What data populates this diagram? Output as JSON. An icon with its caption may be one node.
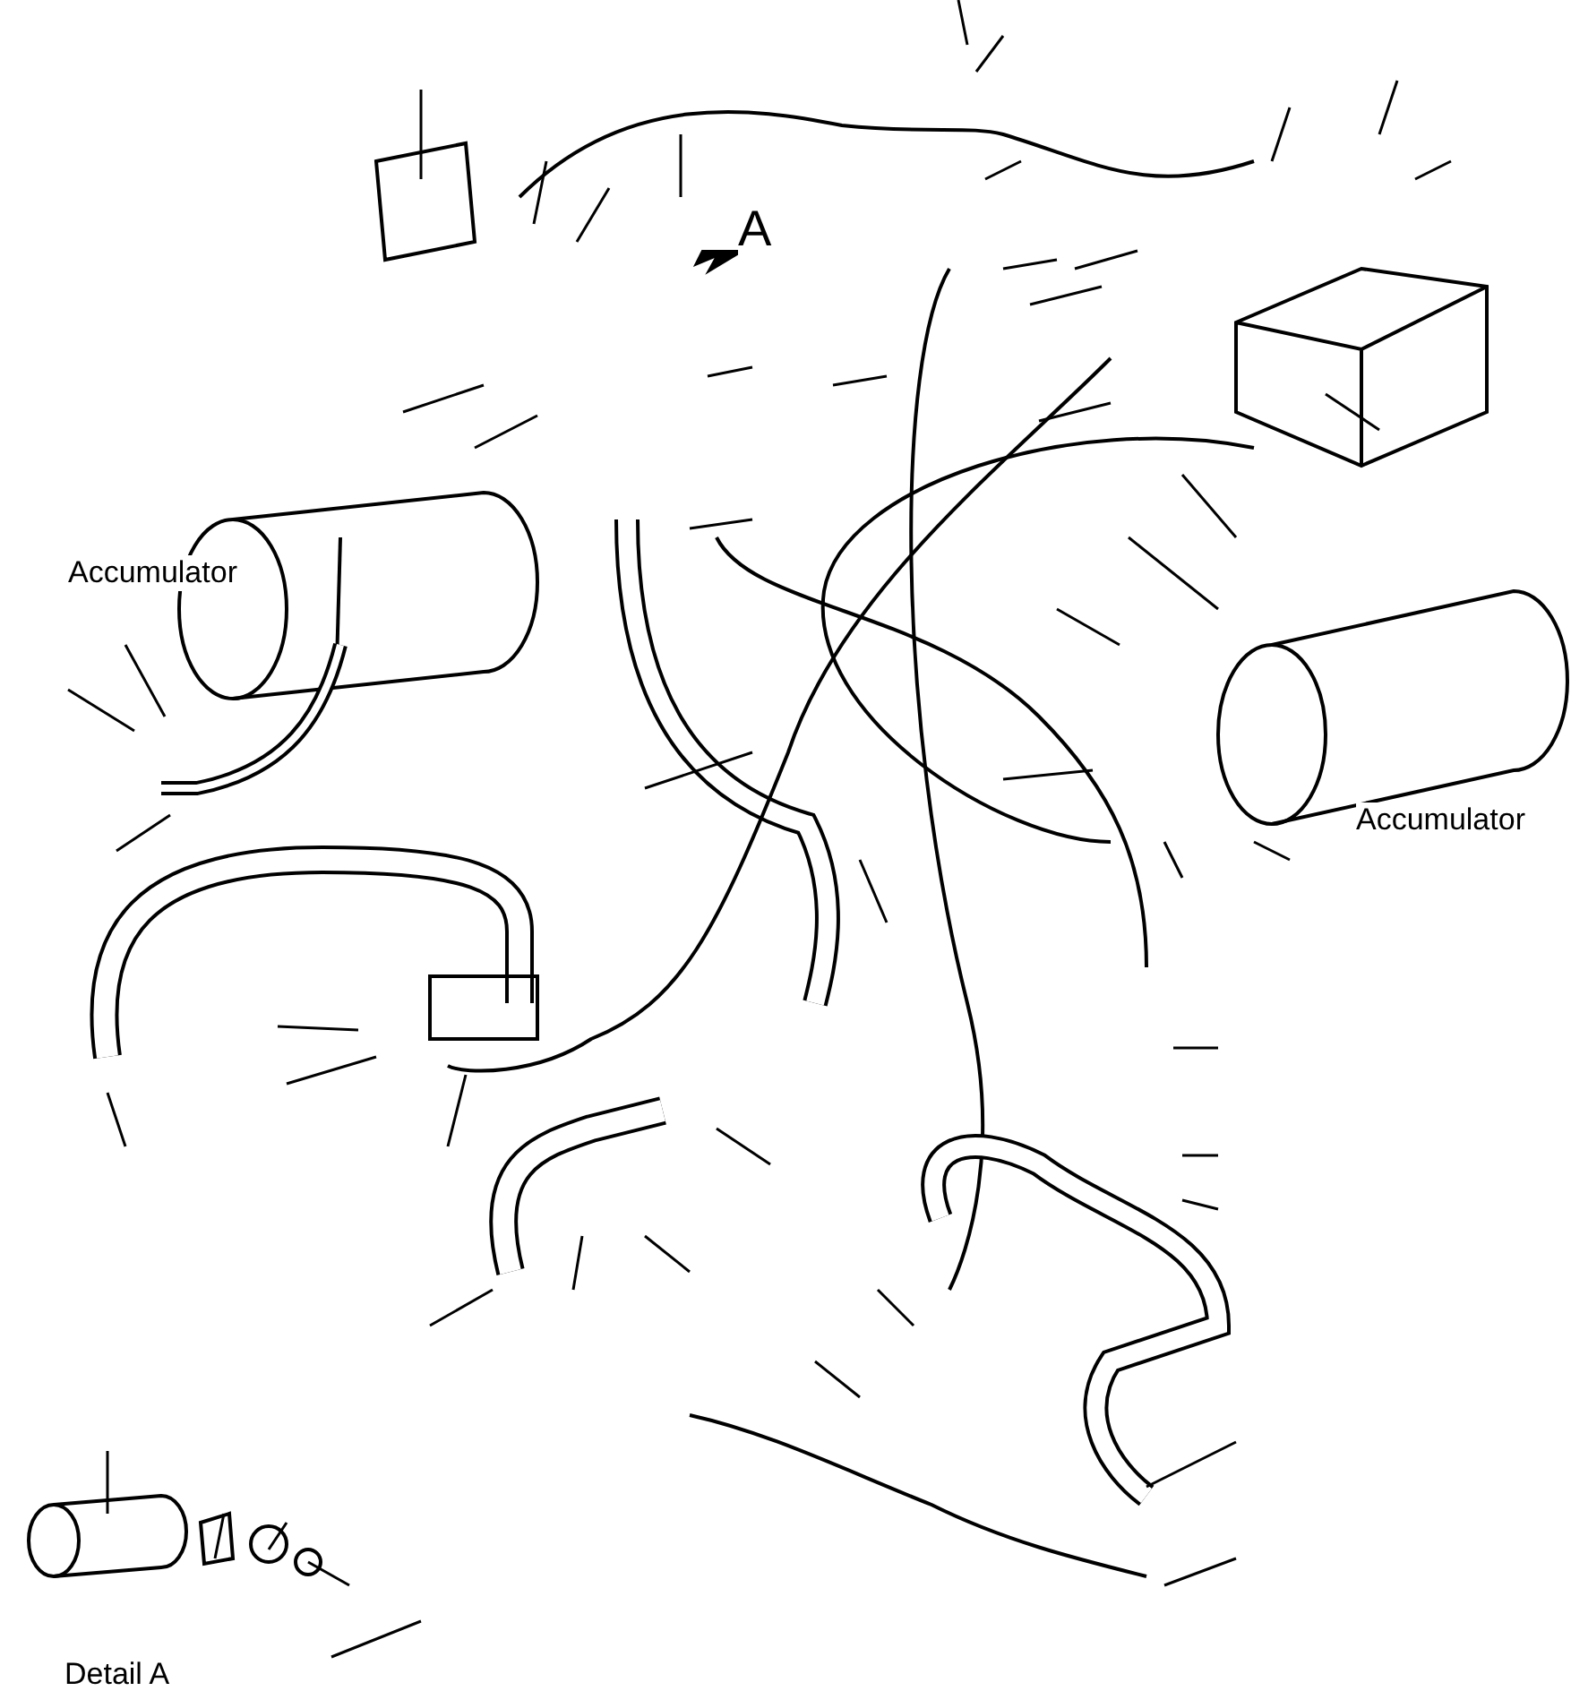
{
  "diagram": {
    "labels": [
      "A",
      "Accumulator",
      "Accumulator",
      "Detail A"
    ]
  }
}
